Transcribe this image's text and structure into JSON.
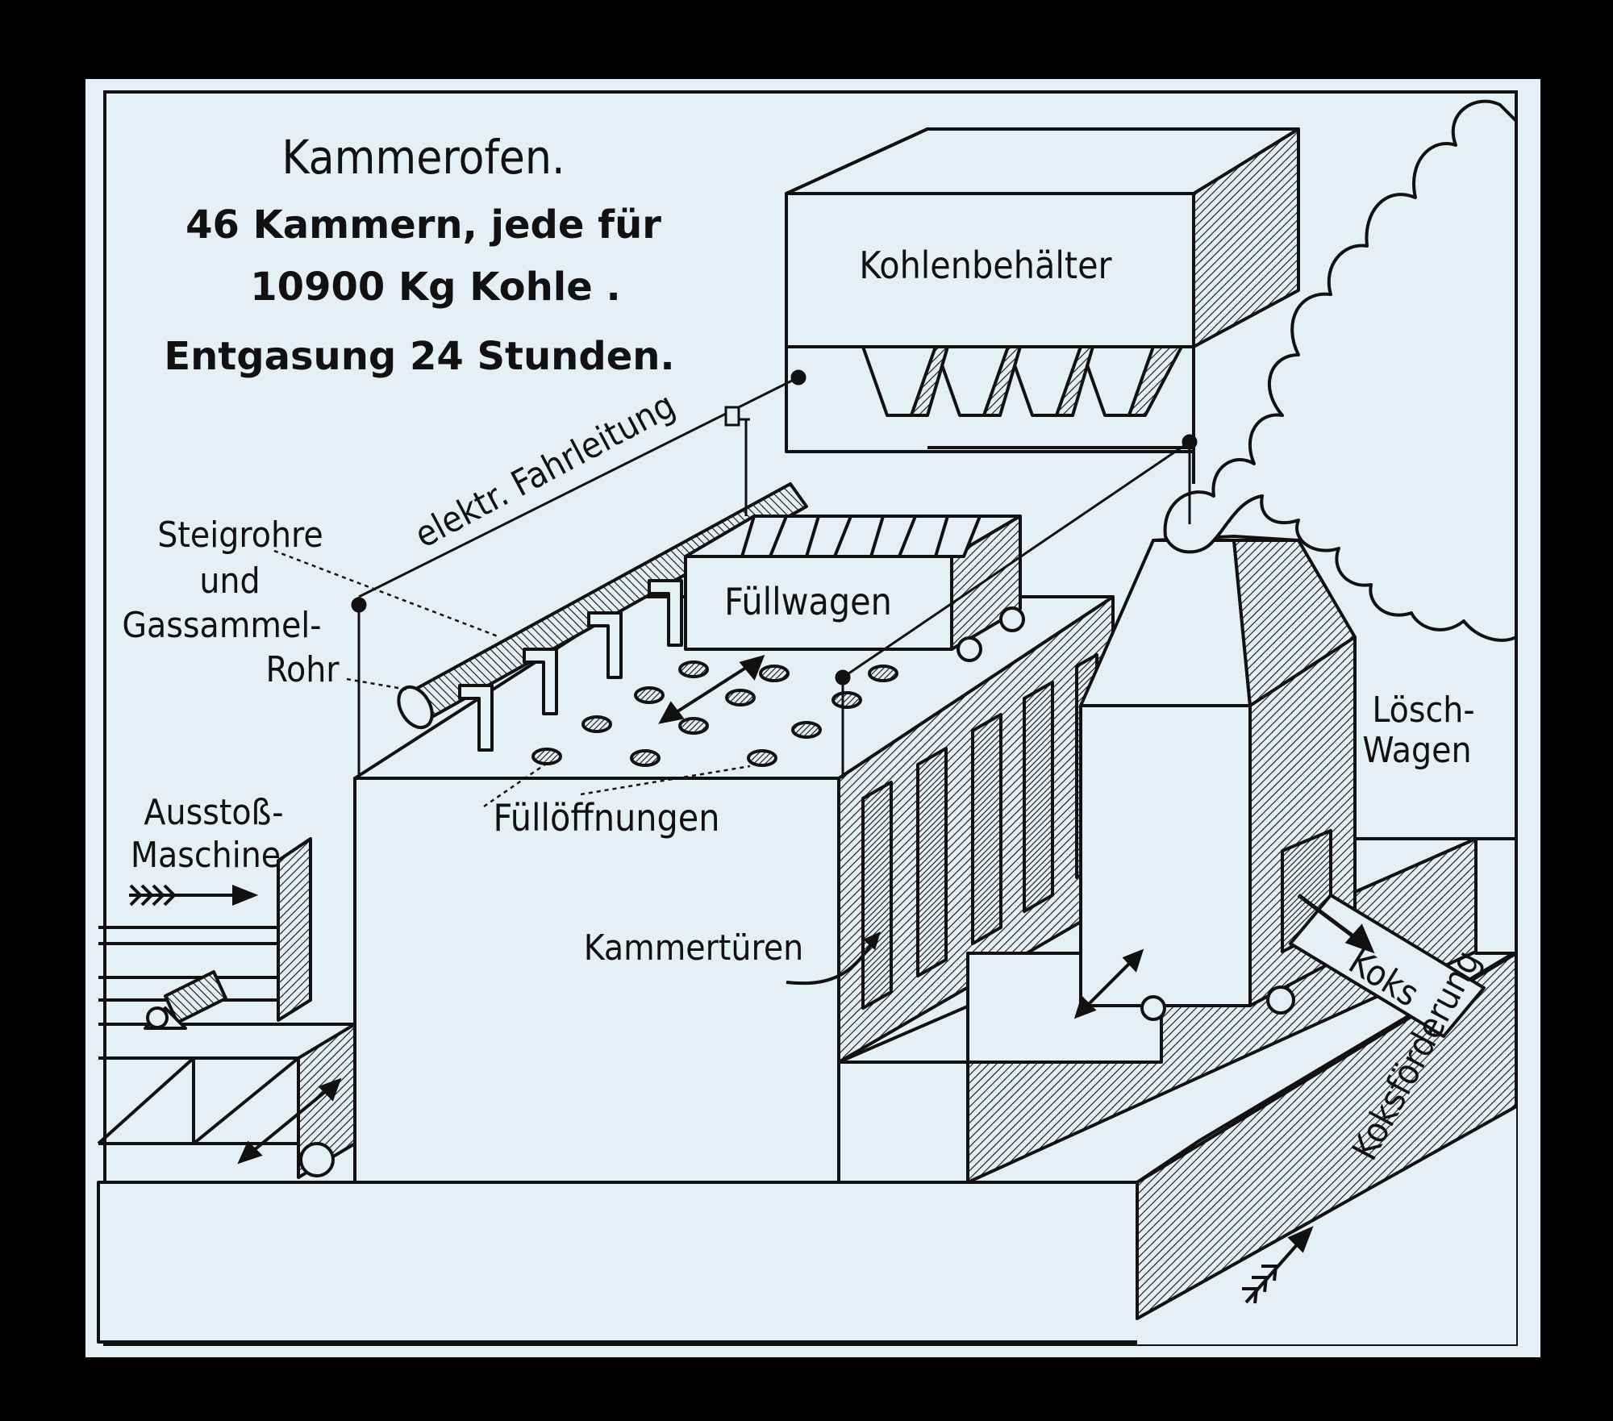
{
  "colors": {
    "frame": "#000000",
    "paper": "#e4f0f6",
    "ink": "#111111"
  },
  "title": {
    "line1": "Kammerofen.",
    "line2": "46  Kammern, jede für",
    "line3": "10900 Kg Kohle .",
    "line4": "Entgasung 24  Stunden."
  },
  "labels": {
    "kohlenbehaelter": "Kohlenbehälter",
    "fahrleitung": "elektr. Fahrleitung",
    "steigrohre": [
      "Steigrohre",
      "und",
      "Gassammel-",
      "Rohr"
    ],
    "fuellwagen": "Füllwagen",
    "fuelloeffnungen": "Füllöffnungen",
    "ausstoss": [
      "Ausstoß-",
      "Maschine"
    ],
    "loeschwagen": [
      "Lösch-",
      "Wagen"
    ],
    "kammertueren": "Kammertüren",
    "koks": "Koks",
    "koksfoerderung": "Koksförderung"
  },
  "icons": {
    "arrows": [
      "push-arrow-icon",
      "coke-flow-arrow-icon",
      "conveyor-arrow-icon",
      "movement-double-arrow-icon"
    ],
    "steam": "steam-cloud-icon"
  }
}
